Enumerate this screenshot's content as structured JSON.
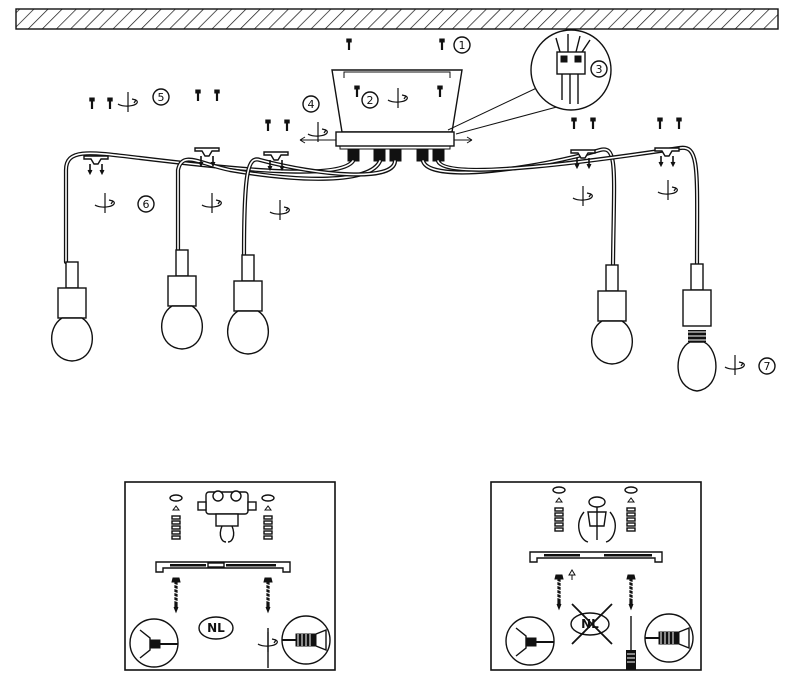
{
  "steps": [
    "1",
    "2",
    "3",
    "4",
    "5",
    "6",
    "7"
  ],
  "panels": {
    "left_label": "NL",
    "right_label": "NL"
  }
}
